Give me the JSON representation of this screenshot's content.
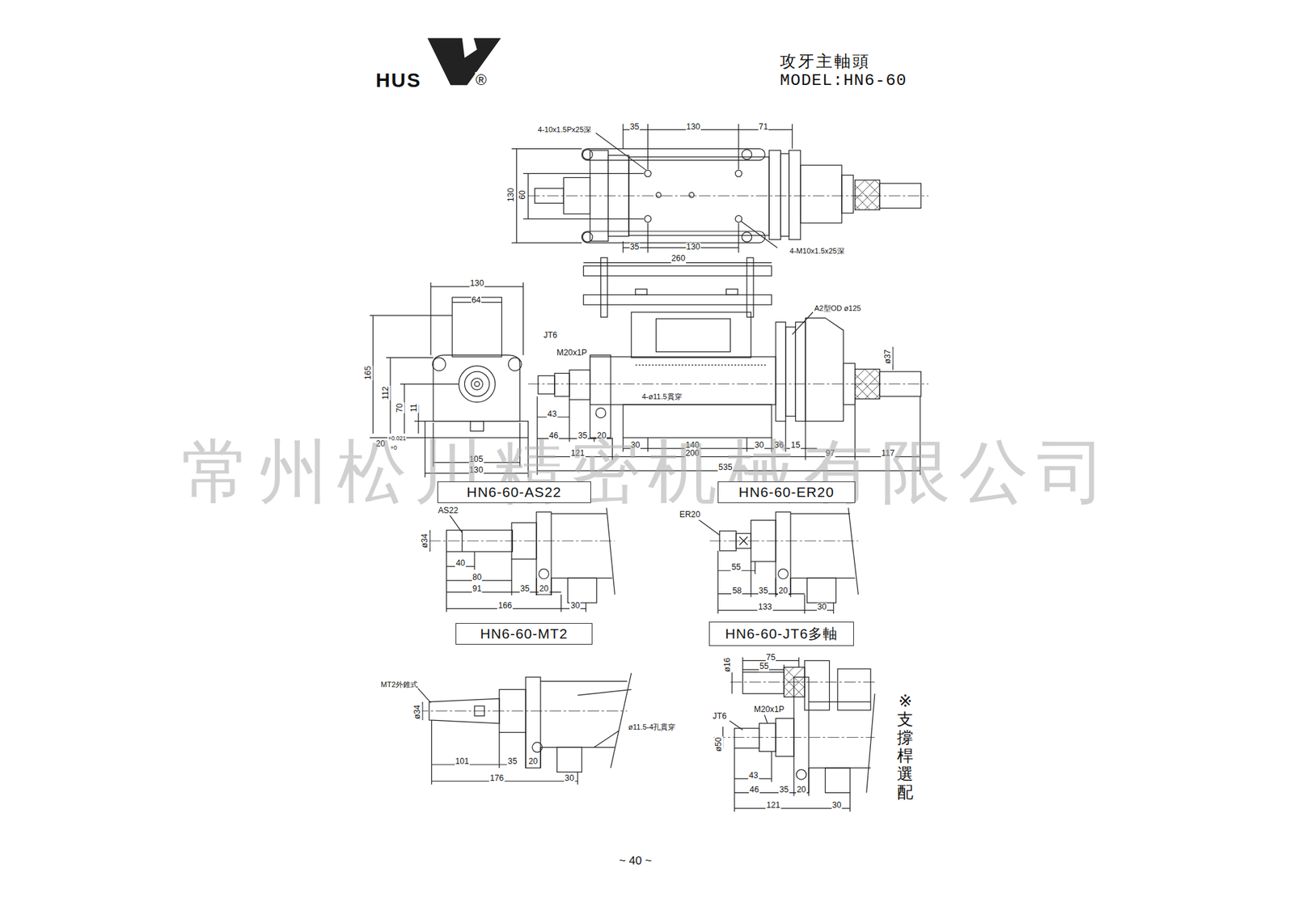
{
  "diagram": {
    "title": "攻牙主軸頭",
    "nodes": [
      {
        "text": [
          "HN6-60-AS22"
        ]
      },
      {
        "text": [
          "HN6-60-ER20"
        ]
      },
      {
        "text": [
          "HN6-60-MT2"
        ]
      },
      {
        "text": [
          "HN6-60-JT6多軸"
        ]
      }
    ],
    "labels": [
      "HUS",
      "®",
      "MODEL:HN6-60",
      "4-10x1.5Px25深",
      "35",
      "130",
      "71",
      "130",
      "60",
      "35",
      "130",
      "4-M10x1.5x25深",
      "260",
      "130",
      "64",
      "165",
      "112",
      "70",
      "11",
      "20",
      "+0.021",
      "+0",
      "105",
      "130",
      "JT6",
      "M20x1P",
      "A2型OD ø125",
      "ø37",
      "4-ø11.5貫穿",
      "43",
      "46",
      "35",
      "20",
      "30",
      "140",
      "30",
      "36",
      "15",
      "121",
      "200",
      "97",
      "117",
      "535",
      "AS22",
      "ø34",
      "40",
      "80",
      "91",
      "35",
      "20",
      "166",
      "30",
      "ER20",
      "55",
      "58",
      "35",
      "20",
      "133",
      "30",
      "MT2外錐式",
      "ø34",
      "ø11.5-4孔貫穿",
      "101",
      "35",
      "20",
      "176",
      "30",
      "ø16",
      "75",
      "55",
      "M20x1P",
      "JT6",
      "ø50",
      "43",
      "46",
      "35",
      "20",
      "121",
      "30",
      "※支撐桿選配",
      "~ 40 ~",
      "常州松川精密机械有限公司"
    ]
  }
}
